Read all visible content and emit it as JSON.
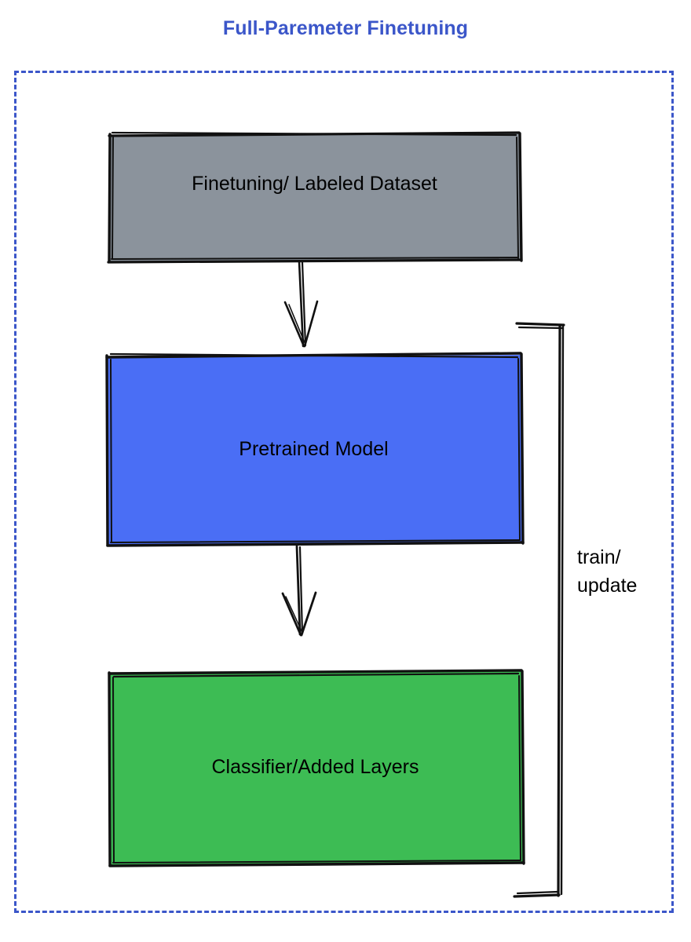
{
  "diagram": {
    "title": "Full-Paremeter Finetuning",
    "title_color": "#3b56c9",
    "container": {
      "border_style": "dashed",
      "border_color": "#3b56c9"
    },
    "nodes": [
      {
        "id": "dataset",
        "label": "Finetuning/ Labeled Dataset",
        "fill": "#8b939c",
        "stroke": "#000000",
        "shape": "rectangle"
      },
      {
        "id": "pretrained",
        "label": "Pretrained Model",
        "fill": "#4a6ef5",
        "stroke": "#000000",
        "shape": "rectangle"
      },
      {
        "id": "classifier",
        "label": "Classifier/Added Layers",
        "fill": "#3dbc54",
        "stroke": "#000000",
        "shape": "rectangle"
      }
    ],
    "edges": [
      {
        "id": "dataset-to-pretrained",
        "from": "dataset",
        "to": "pretrained",
        "label": "",
        "style": "sketchy-arrow",
        "direction": "down"
      },
      {
        "id": "pretrained-to-classifier",
        "from": "pretrained",
        "to": "classifier",
        "label": "",
        "style": "sketchy-arrow",
        "direction": "down"
      },
      {
        "id": "feedback-loop",
        "from": "classifier",
        "to": "pretrained",
        "label_line1": "train/",
        "label_line2": "update",
        "style": "sketchy-bracket",
        "direction": "up"
      }
    ]
  }
}
